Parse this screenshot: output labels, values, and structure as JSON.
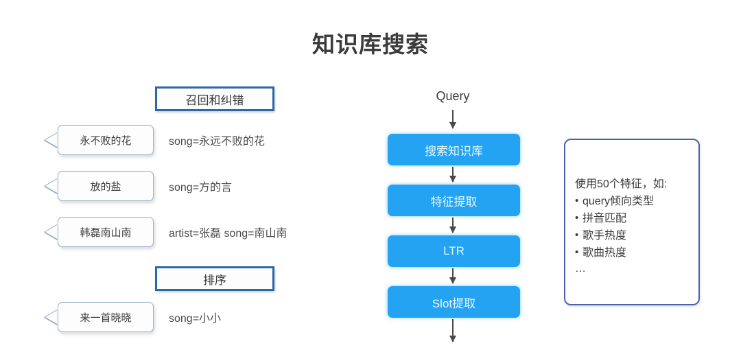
{
  "title": "知识库搜索",
  "left_panel": {
    "sections": [
      {
        "header": "召回和纠错",
        "rows": [
          {
            "query": "永不败的花",
            "result": "song=永远不败的花"
          },
          {
            "query": "放的盐",
            "result": "song=方的言"
          },
          {
            "query": "韩磊南山南",
            "result": "artist=张磊 song=南山南"
          }
        ]
      },
      {
        "header": "排序",
        "rows": [
          {
            "query": "来一首晓晓",
            "result": "song=小小"
          }
        ]
      }
    ]
  },
  "flow": {
    "input_label": "Query",
    "steps": [
      {
        "label": "搜索知识库"
      },
      {
        "label": "特征提取"
      },
      {
        "label": "LTR"
      },
      {
        "label": "Slot提取"
      }
    ]
  },
  "feature_panel": {
    "title": "使用50个特征，如:",
    "items": [
      "query倾向类型",
      "拼音匹配",
      "歌手热度",
      "歌曲热度"
    ],
    "ellipsis": "…"
  },
  "colors": {
    "flow_box": "#23a3f2",
    "section_border": "#2a68a8",
    "panel_border": "#4a62b0",
    "callout_border": "#9bb0c4",
    "background": "#ffffff"
  }
}
